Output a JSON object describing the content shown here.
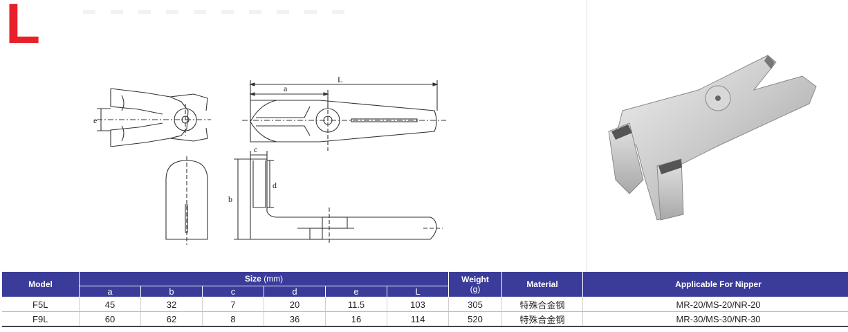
{
  "series": {
    "letter": "L",
    "letter_color": "#e8202a"
  },
  "drawing_labels": {
    "a": "a",
    "L": "L",
    "e": "e",
    "c": "c",
    "d": "d",
    "b": "b"
  },
  "table": {
    "header_color": "#3b3b9a",
    "model_label": "Model",
    "size_label": "Size",
    "size_unit": "(mm)",
    "size_columns": [
      "a",
      "b",
      "c",
      "d",
      "e",
      "L"
    ],
    "weight_label": "Weight",
    "weight_unit": "(g)",
    "material_label": "Material",
    "nipper_label": "Applicable For Nipper",
    "rows": [
      {
        "model": "F5L",
        "a": "45",
        "b": "32",
        "c": "7",
        "d": "20",
        "e": "11.5",
        "L": "103",
        "weight": "305",
        "material": "特殊合金钢",
        "nipper": "MR-20/MS-20/NR-20"
      },
      {
        "model": "F9L",
        "a": "60",
        "b": "62",
        "c": "8",
        "d": "36",
        "e": "16",
        "L": "114",
        "weight": "520",
        "material": "特殊合金钢",
        "nipper": "MR-30/MS-30/NR-30"
      }
    ]
  }
}
